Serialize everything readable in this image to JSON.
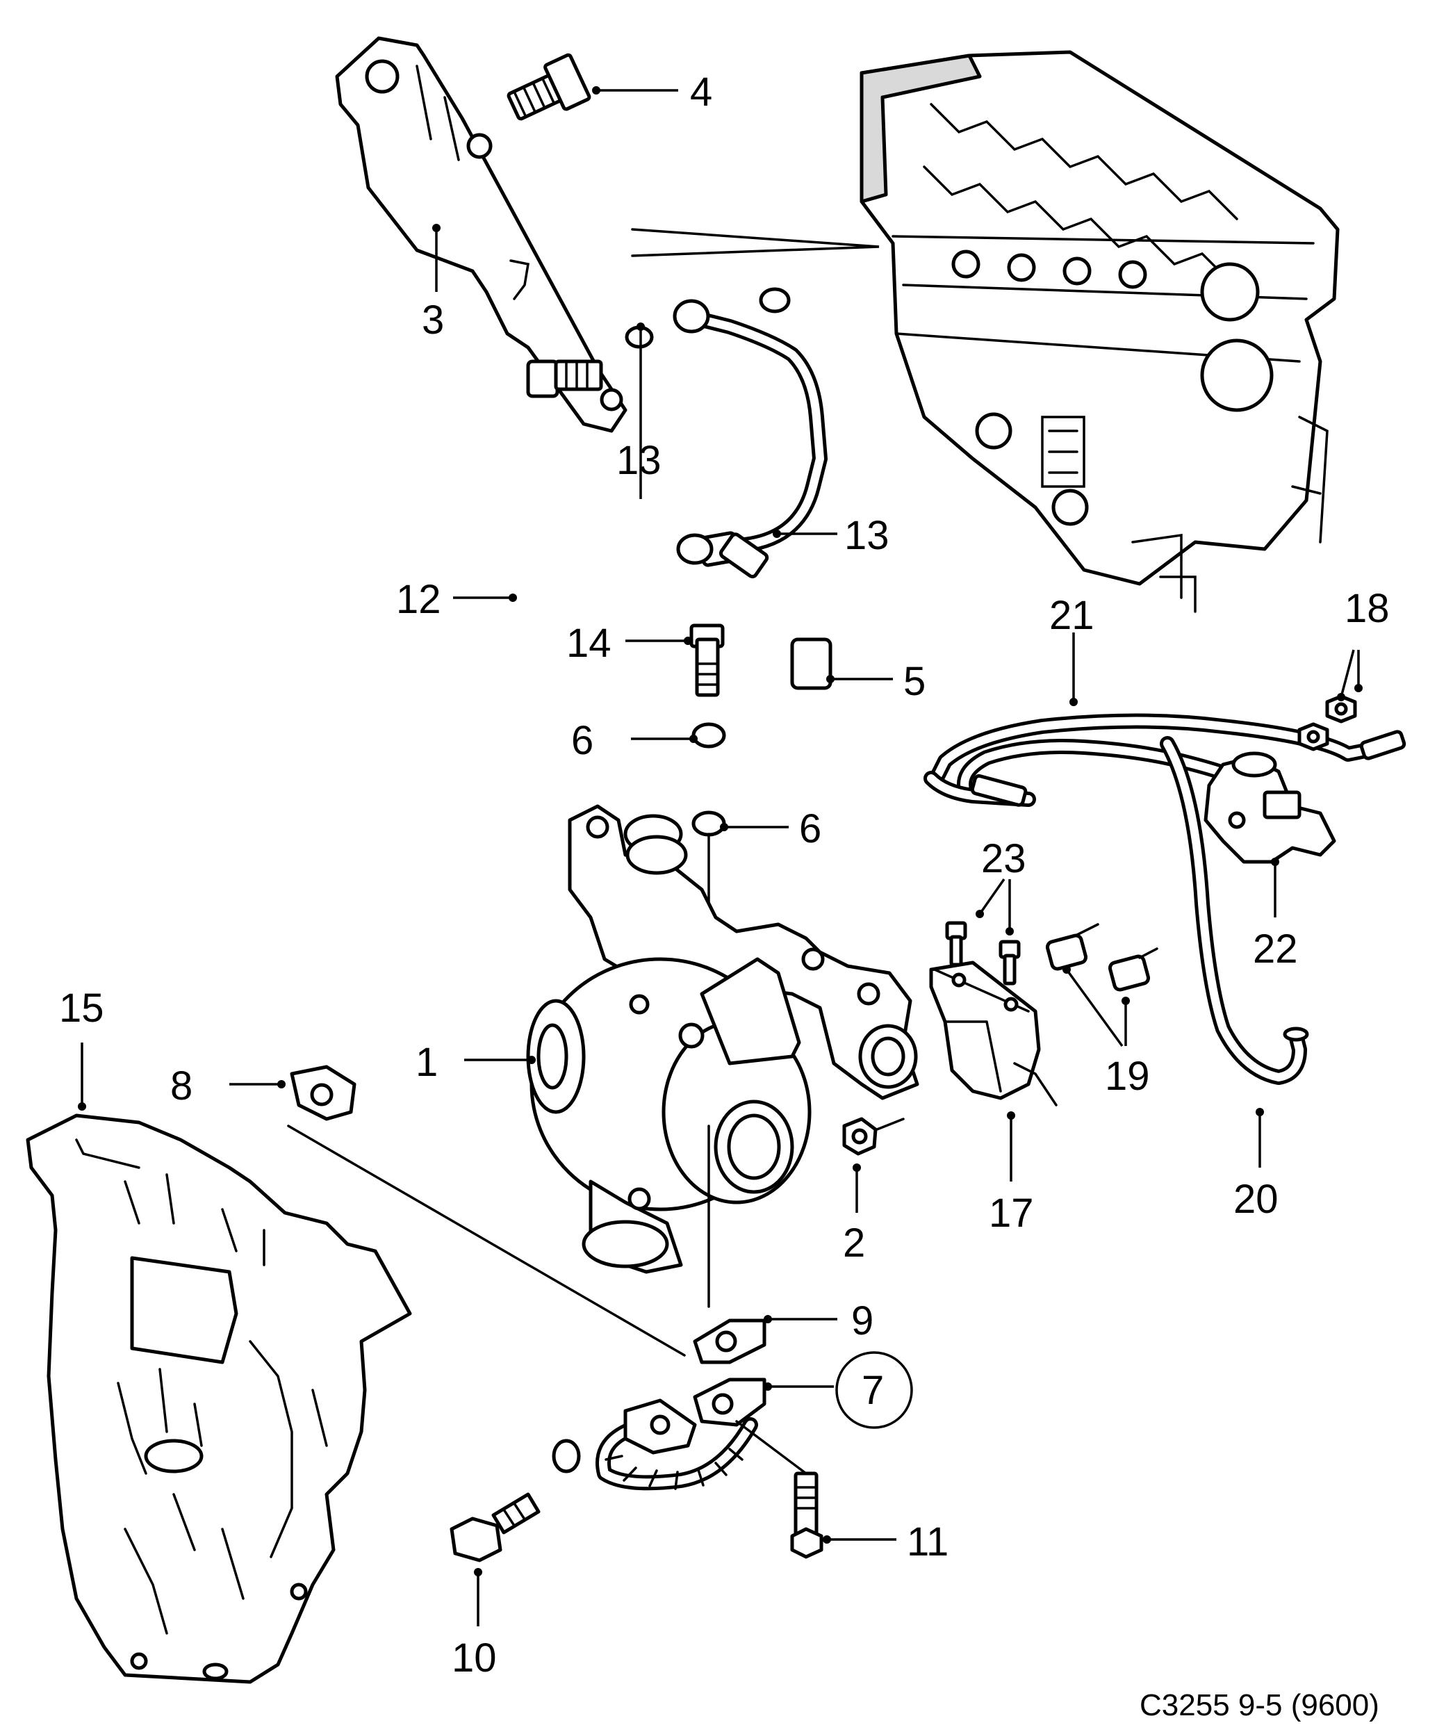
{
  "diagram": {
    "callouts": [
      "1",
      "2",
      "3",
      "4",
      "5",
      "6",
      "6",
      "7",
      "8",
      "9",
      "10",
      "11",
      "12",
      "13",
      "13",
      "14",
      "15",
      "17",
      "18",
      "19",
      "20",
      "21",
      "22",
      "23"
    ],
    "circled_callout": "7",
    "reference_code": "C3255 9-5 (9600)"
  }
}
